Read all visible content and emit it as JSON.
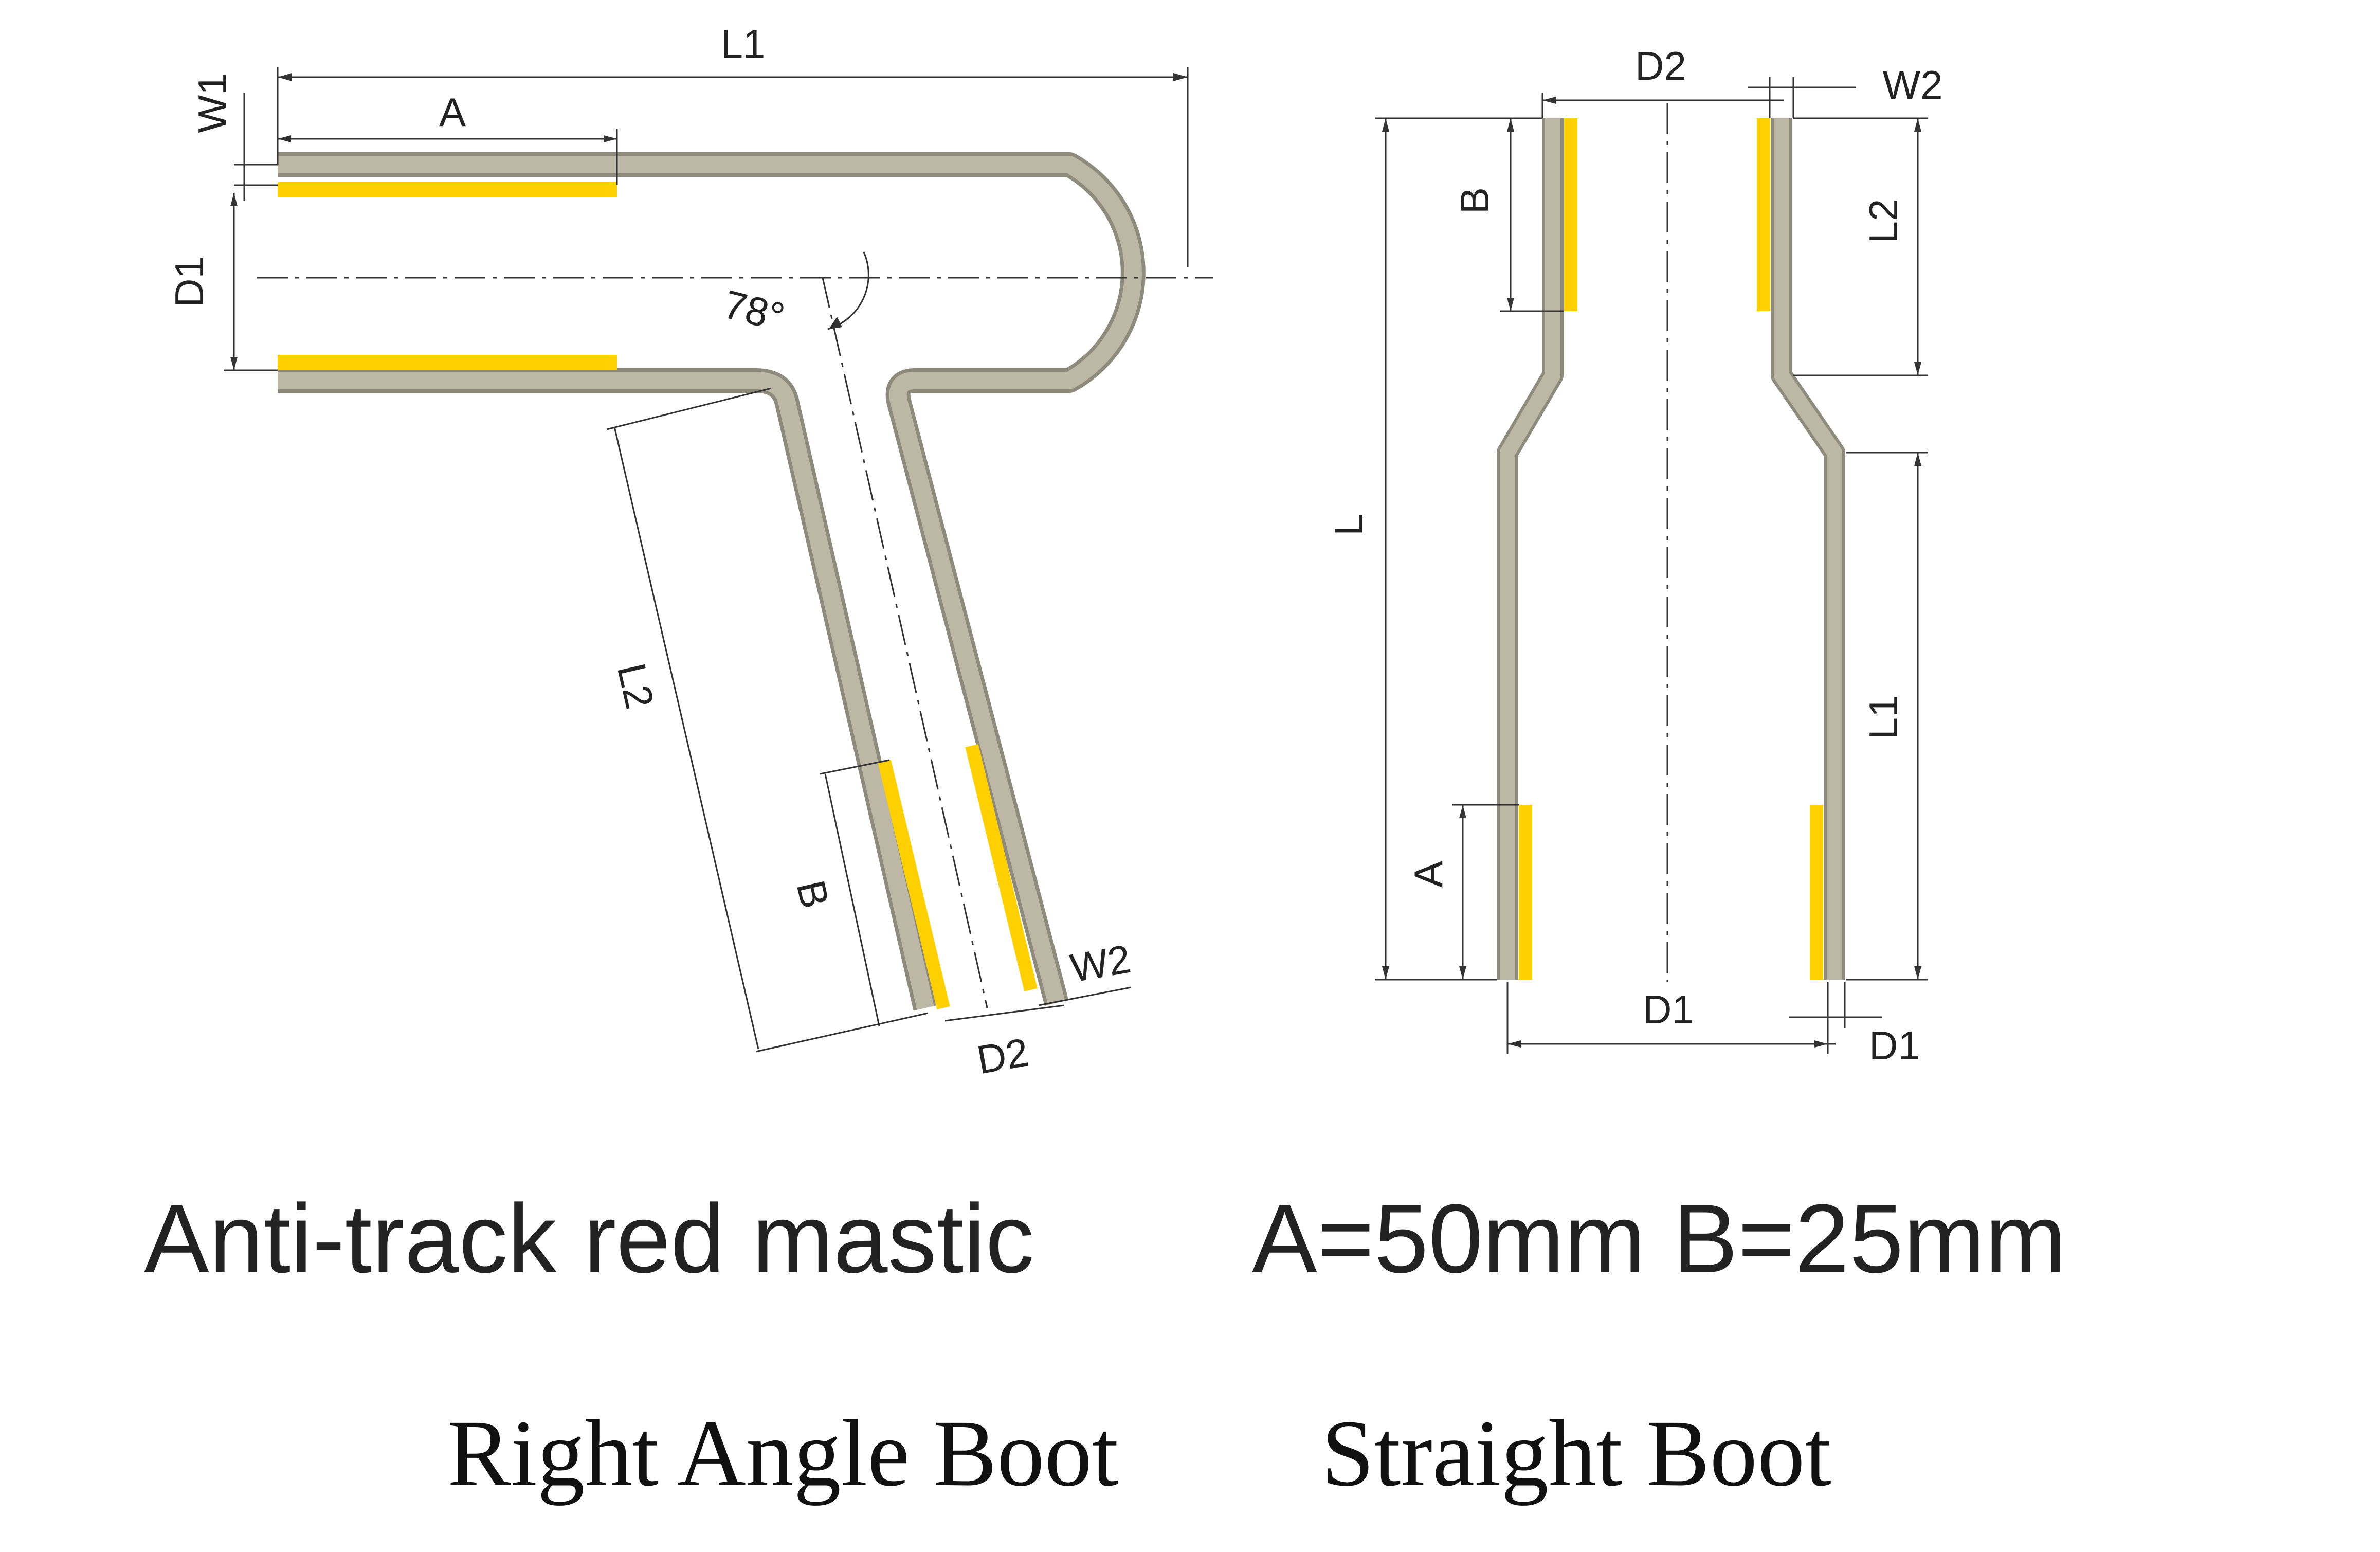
{
  "colors": {
    "boot_wall": "#BDB8A6",
    "boot_wall_edge": "#8E8A7C",
    "mastic": "#FFD000",
    "line": "#333333",
    "text": "#222222"
  },
  "right_angle_boot": {
    "dimensions": {
      "l1": "L1",
      "a": "A",
      "w1": "W1",
      "d1": "D1",
      "angle": "78°",
      "l2": "L2",
      "b": "B",
      "w2": "W2",
      "d2": "D2"
    }
  },
  "straight_boot": {
    "dimensions": {
      "d2": "D2",
      "w2": "W2",
      "b": "B",
      "l2": "L2",
      "l": "L",
      "l1": "L1",
      "a": "A",
      "d1": "D1",
      "d1_wall": "D1"
    }
  },
  "captions": {
    "mastic_note": "Anti-track red mastic",
    "dimension_values": "A=50mm B=25mm",
    "right_angle_label": "Right Angle Boot",
    "straight_label": "Straight Boot"
  }
}
